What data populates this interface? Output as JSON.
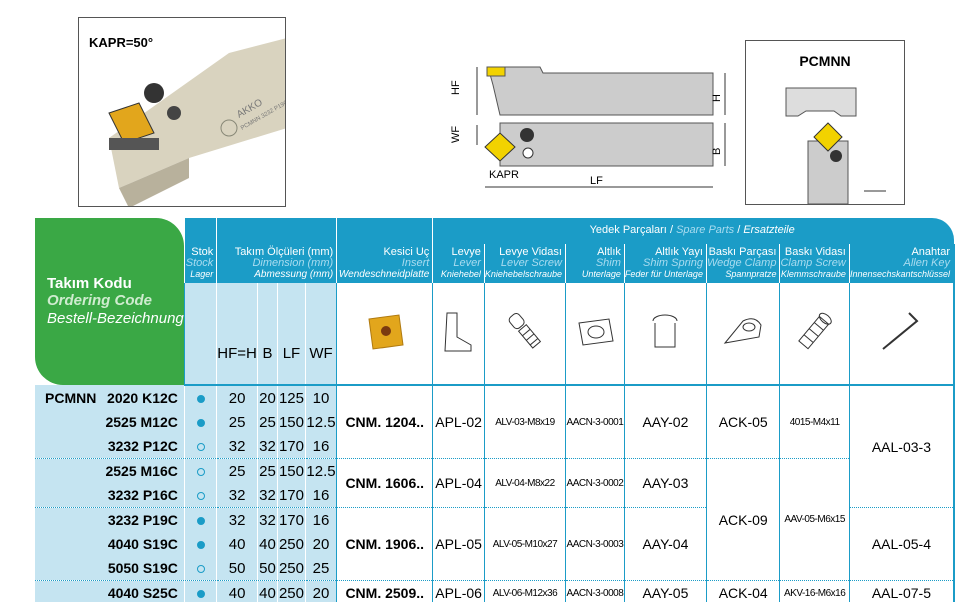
{
  "photo": {
    "angle_label": "KAPR=50°",
    "brand": "AKKO",
    "engraving": "PCMNN 3232 P19C"
  },
  "diagram": {
    "labels": {
      "hf": "HF",
      "h": "H",
      "wf": "WF",
      "b": "B",
      "kapr": "KAPR",
      "lf": "LF"
    }
  },
  "type_box": {
    "title": "PCMNN"
  },
  "header": {
    "code": {
      "tr": "Takım Kodu",
      "en": "Ordering Code",
      "de": "Bestell-Bezeichnung"
    },
    "stock": {
      "tr": "Stok",
      "en": "Stock",
      "de": "Lager"
    },
    "dims": {
      "tr": "Takım Ölçüleri (mm)",
      "en": "Dimension (mm)",
      "de": "Abmessung (mm)",
      "cols": [
        "HF=H",
        "B",
        "LF",
        "WF"
      ]
    },
    "insert": {
      "tr": "Kesici Uç",
      "en": "Insert",
      "de": "Wendeschneidplatte"
    },
    "spare": {
      "tr": "Yedek Parçaları",
      "en": "Spare Parts",
      "de": "Ersatzteile",
      "sep": "/"
    },
    "parts": [
      {
        "tr": "Levye",
        "en": "Lever",
        "de": "Kniehebel",
        "icon": "lever-icon"
      },
      {
        "tr": "Levye Vidası",
        "en": "Lever Screw",
        "de": "Kniehebelschraube",
        "icon": "lever-screw-icon"
      },
      {
        "tr": "Altlık",
        "en": "Shim",
        "de": "Unterlage",
        "icon": "shim-icon"
      },
      {
        "tr": "Altlık Yayı",
        "en": "Shim Spring",
        "de": "Feder für Unterlage",
        "icon": "shim-spring-icon"
      },
      {
        "tr": "Baskı Parçası",
        "en": "Wedge Clamp",
        "de": "Spannpratze",
        "icon": "wedge-clamp-icon"
      },
      {
        "tr": "Baskı Vidası",
        "en": "Clamp Screw",
        "de": "Klemmschraube",
        "icon": "clamp-screw-icon"
      },
      {
        "tr": "Anahtar",
        "en": "Allen Key",
        "de": "Innensechskantschlüssel",
        "icon": "allen-key-icon"
      }
    ]
  },
  "rows": [
    {
      "prefix": "PCMNN",
      "code": "2020 K12C",
      "stock": true,
      "hf": "20",
      "b": "20",
      "lf": "125",
      "wf": "10"
    },
    {
      "prefix": "",
      "code": "2525 M12C",
      "stock": true,
      "hf": "25",
      "b": "25",
      "lf": "150",
      "wf": "12.5"
    },
    {
      "prefix": "",
      "code": "3232 P12C",
      "stock": false,
      "hf": "32",
      "b": "32",
      "lf": "170",
      "wf": "16"
    },
    {
      "prefix": "",
      "code": "2525 M16C",
      "stock": false,
      "hf": "25",
      "b": "25",
      "lf": "150",
      "wf": "12.5"
    },
    {
      "prefix": "",
      "code": "3232 P16C",
      "stock": false,
      "hf": "32",
      "b": "32",
      "lf": "170",
      "wf": "16"
    },
    {
      "prefix": "",
      "code": "3232 P19C",
      "stock": true,
      "hf": "32",
      "b": "32",
      "lf": "170",
      "wf": "16"
    },
    {
      "prefix": "",
      "code": "4040 S19C",
      "stock": true,
      "hf": "40",
      "b": "40",
      "lf": "250",
      "wf": "20"
    },
    {
      "prefix": "",
      "code": "5050 S19C",
      "stock": false,
      "hf": "50",
      "b": "50",
      "lf": "250",
      "wf": "25"
    },
    {
      "prefix": "",
      "code": "4040 S25C",
      "stock": true,
      "hf": "40",
      "b": "40",
      "lf": "250",
      "wf": "20"
    }
  ],
  "columns": [
    {
      "key": "insert",
      "cells": [
        {
          "start": 0,
          "span": 3,
          "v": "CNM. 1204.."
        },
        {
          "start": 3,
          "span": 2,
          "v": "CNM. 1606.."
        },
        {
          "start": 5,
          "span": 3,
          "v": "CNM. 1906.."
        },
        {
          "start": 8,
          "span": 1,
          "v": "CNM. 2509.."
        }
      ]
    },
    {
      "key": "lever",
      "cells": [
        {
          "start": 0,
          "span": 3,
          "v": "APL-02"
        },
        {
          "start": 3,
          "span": 2,
          "v": "APL-04"
        },
        {
          "start": 5,
          "span": 3,
          "v": "APL-05"
        },
        {
          "start": 8,
          "span": 1,
          "v": "APL-06"
        }
      ]
    },
    {
      "key": "lever_screw",
      "small": true,
      "cells": [
        {
          "start": 0,
          "span": 3,
          "v": "ALV-03-M8x19"
        },
        {
          "start": 3,
          "span": 2,
          "v": "ALV-04-M8x22"
        },
        {
          "start": 5,
          "span": 3,
          "v": "ALV-05-M10x27"
        },
        {
          "start": 8,
          "span": 1,
          "v": "ALV-06-M12x36"
        }
      ]
    },
    {
      "key": "shim",
      "small": true,
      "cells": [
        {
          "start": 0,
          "span": 3,
          "v": "AACN-3-0001"
        },
        {
          "start": 3,
          "span": 2,
          "v": "AACN-3-0002"
        },
        {
          "start": 5,
          "span": 3,
          "v": "AACN-3-0003"
        },
        {
          "start": 8,
          "span": 1,
          "v": "AACN-3-0008"
        }
      ]
    },
    {
      "key": "shim_spring",
      "cells": [
        {
          "start": 0,
          "span": 3,
          "v": "AAY-02"
        },
        {
          "start": 3,
          "span": 2,
          "v": "AAY-03"
        },
        {
          "start": 5,
          "span": 3,
          "v": "AAY-04"
        },
        {
          "start": 8,
          "span": 1,
          "v": "AAY-05"
        }
      ]
    },
    {
      "key": "wedge_clamp",
      "cells": [
        {
          "start": 0,
          "span": 3,
          "v": "ACK-05"
        },
        {
          "start": 3,
          "span": 5,
          "v": "ACK-09"
        },
        {
          "start": 8,
          "span": 1,
          "v": "ACK-04"
        }
      ]
    },
    {
      "key": "clamp_screw",
      "small": true,
      "cells": [
        {
          "start": 0,
          "span": 3,
          "v": "4015-M4x11"
        },
        {
          "start": 3,
          "span": 5,
          "v": "AAV-05-M6x15"
        },
        {
          "start": 8,
          "span": 1,
          "v": "AKV-16-M6x16"
        }
      ]
    },
    {
      "key": "allen_key",
      "cells": [
        {
          "start": 0,
          "span": 5,
          "v": "AAL-03-3"
        },
        {
          "start": 5,
          "span": 3,
          "v": "AAL-05-4"
        },
        {
          "start": 8,
          "span": 1,
          "v": "AAL-07-5"
        }
      ]
    }
  ],
  "colors": {
    "accent": "#1b9cc7",
    "green": "#3aa845",
    "light": "#c5e4f1",
    "insert": "#e2a61c"
  }
}
